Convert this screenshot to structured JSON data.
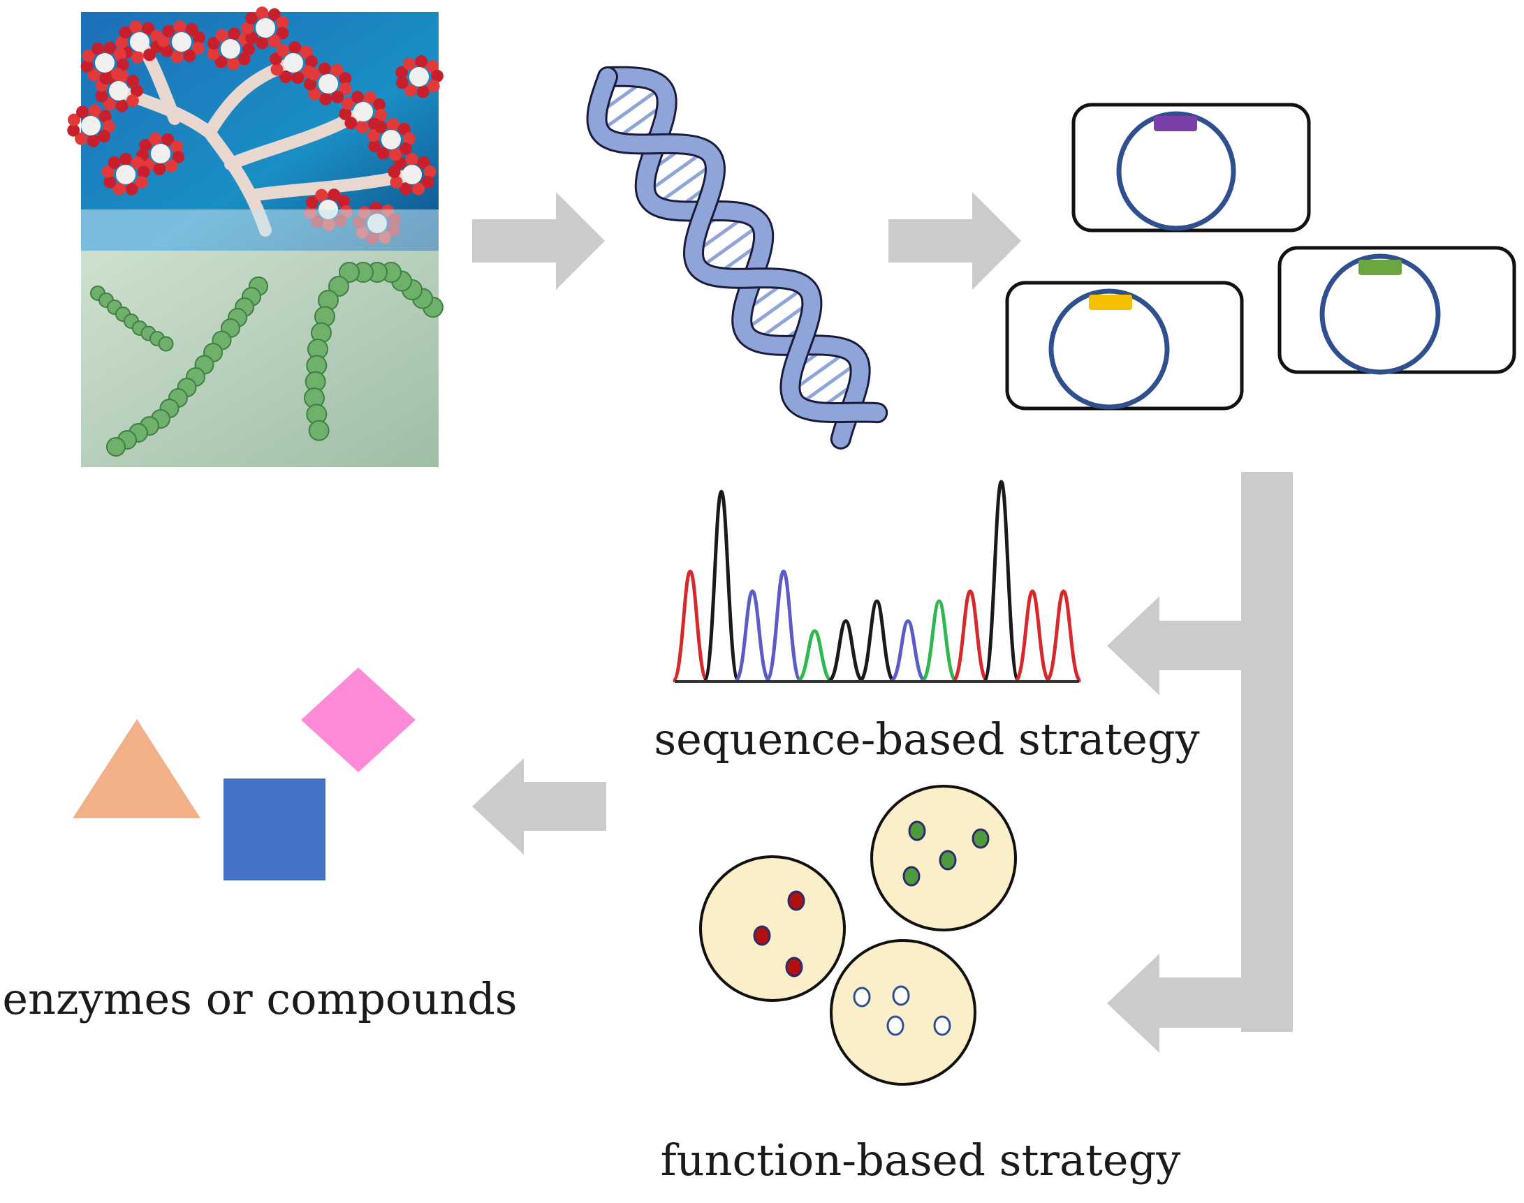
{
  "labels": {
    "sequence": "sequence-based strategy",
    "function": "function-based strategy",
    "products": "enzymes or compounds"
  },
  "colors": {
    "arrow": "#cccaca",
    "dna_strand": "#8fa4d8",
    "plasmid_ring": "#2f4f8f",
    "insert_purple": "#7b3fa8",
    "insert_yellow": "#f5c000",
    "insert_green": "#6aa83f",
    "plate_fill": "#fbefc9",
    "colony_red": "#b01010",
    "colony_green": "#4f9a3f",
    "colony_white": "#ffffff",
    "trace_red": "#d62a2a",
    "trace_black": "#1a1a1a",
    "trace_blue": "#5b5bc8",
    "trace_green": "#2fb84f",
    "triangle": "#f2b089",
    "square": "#4472c4",
    "diamond": "#ff8ad8"
  },
  "chromatogram_peaks": [
    {
      "color": "red",
      "height": 0.55
    },
    {
      "color": "black",
      "height": 0.95
    },
    {
      "color": "blue",
      "height": 0.45
    },
    {
      "color": "blue",
      "height": 0.55
    },
    {
      "color": "green",
      "height": 0.25
    },
    {
      "color": "black",
      "height": 0.3
    },
    {
      "color": "black",
      "height": 0.4
    },
    {
      "color": "blue",
      "height": 0.3
    },
    {
      "color": "green",
      "height": 0.4
    },
    {
      "color": "red",
      "height": 0.45
    },
    {
      "color": "black",
      "height": 1.0
    },
    {
      "color": "red",
      "height": 0.45
    },
    {
      "color": "red",
      "height": 0.45
    }
  ]
}
